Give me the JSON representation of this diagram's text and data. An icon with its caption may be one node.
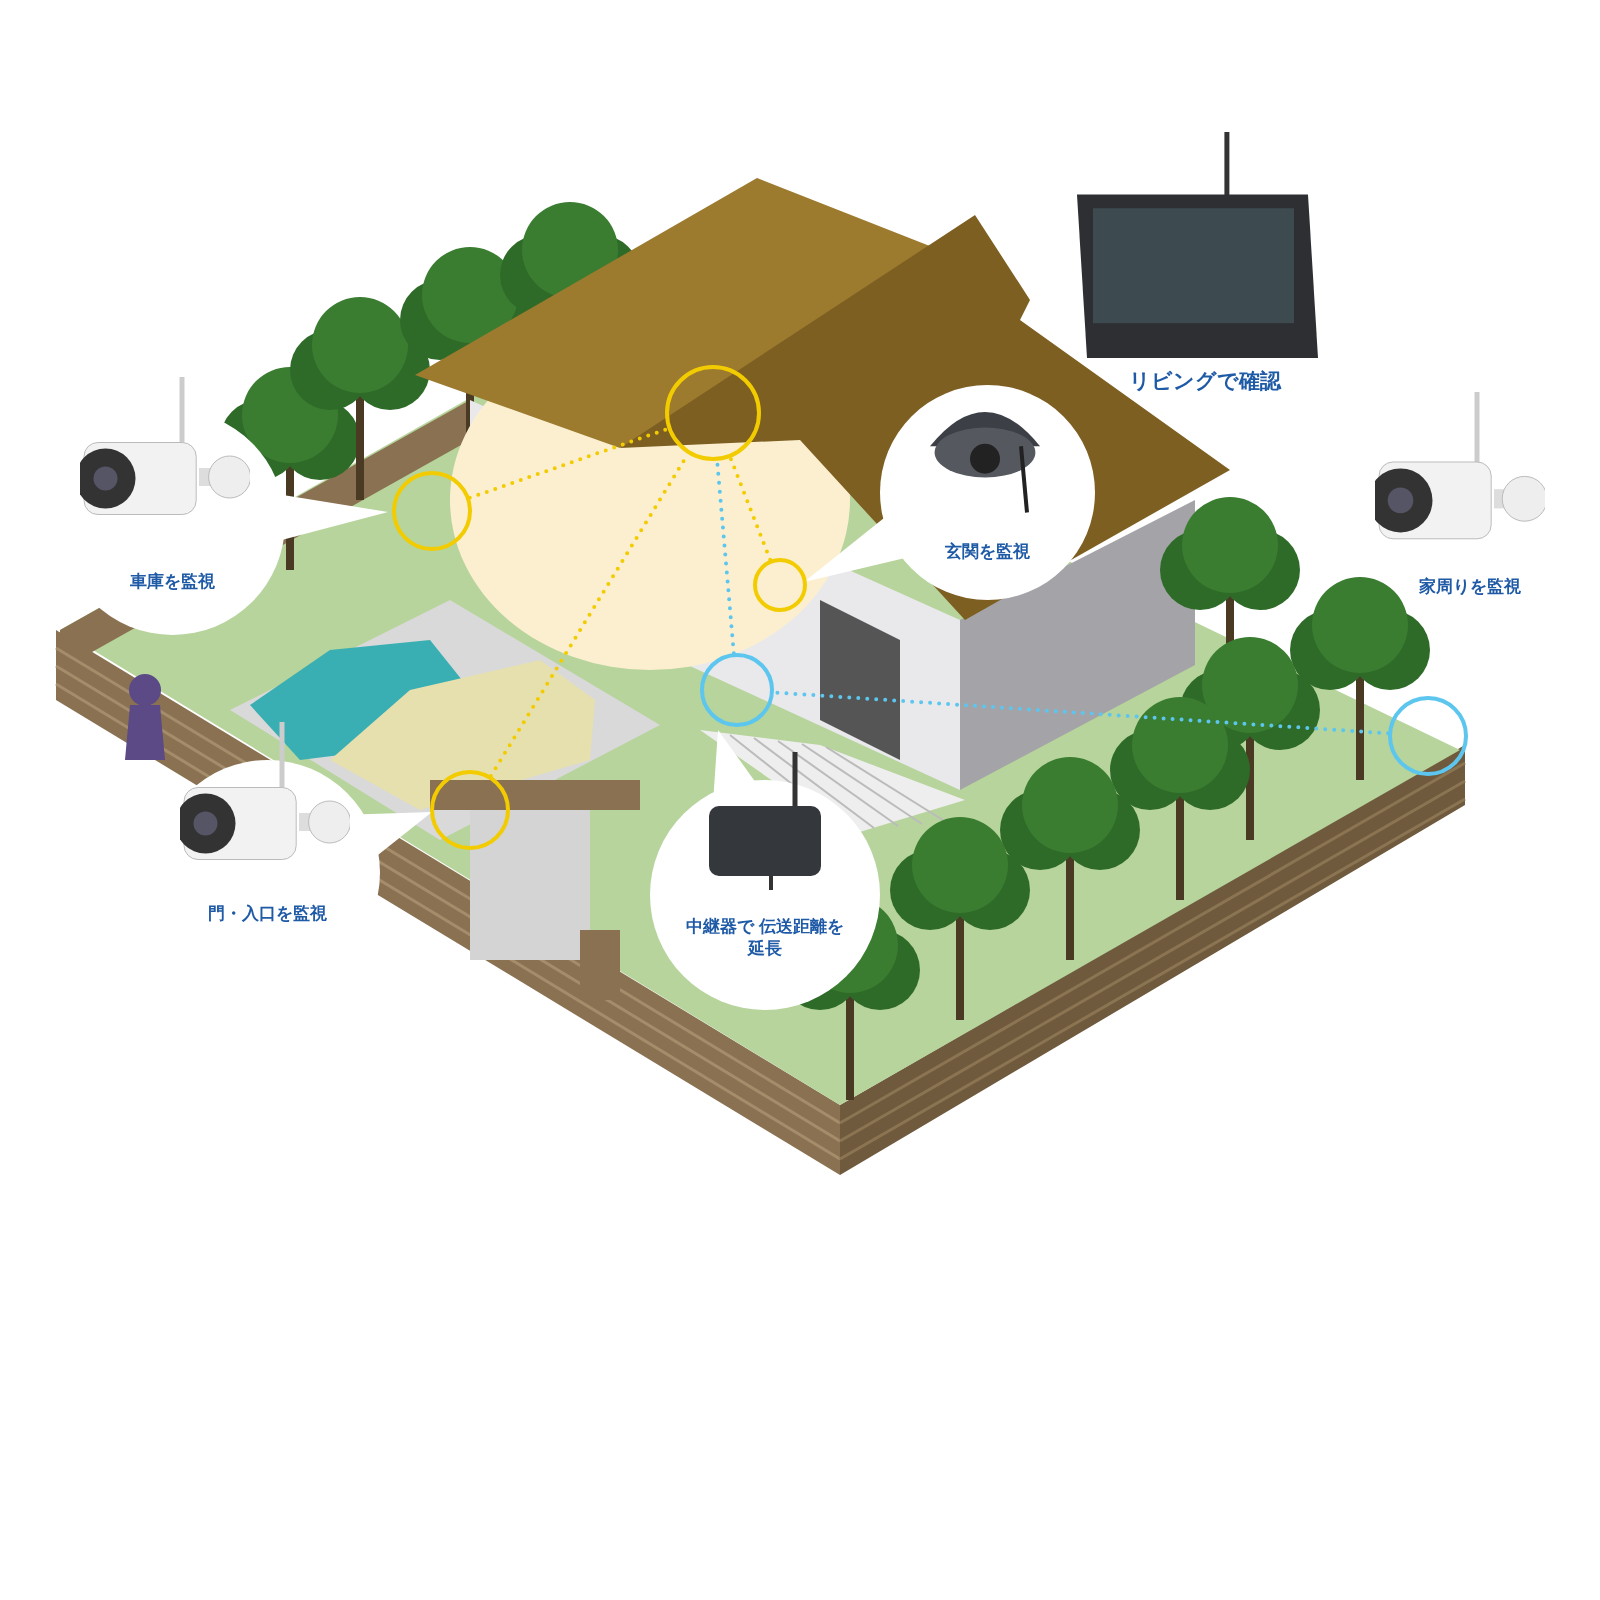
{
  "diagram": {
    "nodes": [
      {
        "text": [
          "車庫を監視"
        ]
      },
      {
        "text": [
          "門・入口を監視"
        ]
      },
      {
        "text": [
          "中継器で 伝送距離を延長"
        ]
      },
      {
        "text": [
          "玄関を監視"
        ]
      },
      {
        "text": [
          "リビングで確認"
        ]
      },
      {
        "text": [
          "家周りを監視"
        ]
      },
      {
        "text": [],
        "shape": "circle"
      },
      {
        "text": [],
        "shape": "circle"
      },
      {
        "text": [],
        "shape": "circle"
      },
      {
        "text": [],
        "shape": "circle"
      },
      {
        "text": [],
        "shape": "circle"
      },
      {
        "text": [],
        "shape": "circle"
      }
    ],
    "edges": [
      {
        "from": 7,
        "to": 6,
        "arrow": "none",
        "style": "dashed",
        "color": "#f2cc00"
      },
      {
        "from": 8,
        "to": 6,
        "arrow": "none",
        "style": "dashed",
        "color": "#f2cc00"
      },
      {
        "from": 9,
        "to": 6,
        "arrow": "none",
        "style": "dashed",
        "color": "#f2cc00"
      },
      {
        "from": 10,
        "to": 6,
        "arrow": "none",
        "style": "dashed",
        "color": "#5cc6ee"
      },
      {
        "from": 11,
        "to": 10,
        "arrow": "none",
        "style": "dashed",
        "color": "#5cc6ee"
      }
    ]
  }
}
